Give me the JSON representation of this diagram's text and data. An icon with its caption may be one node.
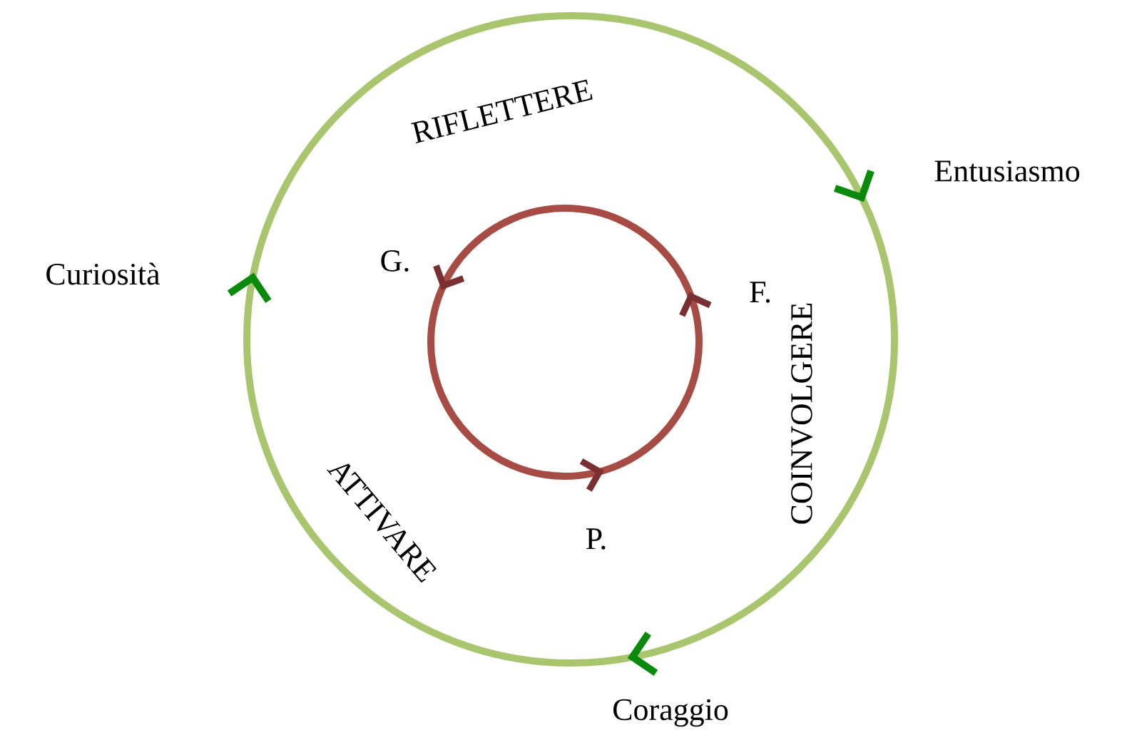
{
  "diagram": {
    "nodes": [
      {
        "text": [
          "RIFLETTERE",
          "COINVOLGERE",
          "ATTIVARE"
        ],
        "beside": [
          "Curiosità",
          "Entusiasmo",
          "Coraggio"
        ]
      },
      {
        "text": [],
        "shape": "circle",
        "in": 0,
        "beside": [
          "G.",
          "F.",
          "P."
        ]
      }
    ]
  }
}
